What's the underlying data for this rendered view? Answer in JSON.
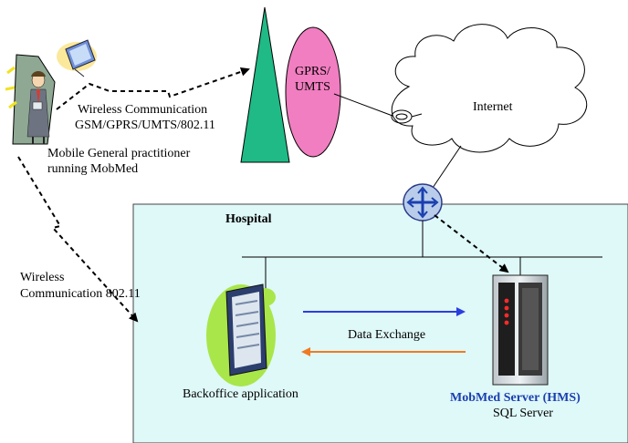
{
  "hospital": {
    "label": "Hospital",
    "fill": "#dff8f8"
  },
  "tower": {
    "label_line1": "GPRS/",
    "label_line2": "UMTS",
    "tower_color": "#1fba86",
    "ellipse_color": "#f07ec0"
  },
  "internet": {
    "label": "Internet"
  },
  "mobile": {
    "wireless_line1": "Wireless Communication",
    "wireless_line2": "GSM/GPRS/UMTS/802.11",
    "caption_line1": "Mobile General practitioner",
    "caption_line2": "running MobMed"
  },
  "wireless_lan": {
    "line1": "Wireless",
    "line2": "Communication 802.11"
  },
  "exchange": {
    "label": "Data Exchange",
    "to_server_color": "#2a3ee0",
    "to_backoffice_color": "#f07a22"
  },
  "backoffice": {
    "label": "Backoffice application"
  },
  "server": {
    "name": "MobMed Server (HMS)",
    "db": "SQL Server"
  }
}
